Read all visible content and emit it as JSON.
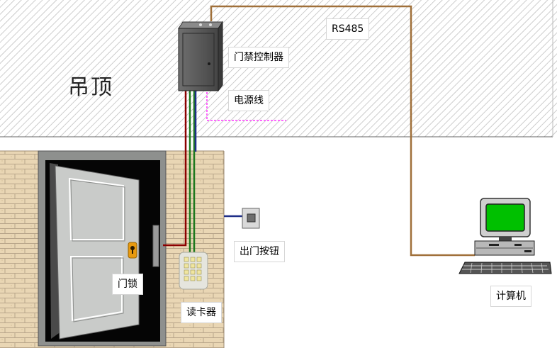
{
  "labels": {
    "ceiling": "吊顶",
    "rs485": "RS485",
    "controller": "门禁控制器",
    "power_line": "电源线",
    "exit_button": "出门按钮",
    "door_lock": "门锁",
    "card_reader": "读卡器",
    "computer": "计算机"
  },
  "colors": {
    "rs485_cable": "#a0703a",
    "power_cable": "#ff66ff",
    "red_wire": "#8b0000",
    "green_wire": "#1e7a1e",
    "blue_wire": "#1f2f88",
    "monitor_screen": "#00c000",
    "wall_brick": "#e8d3b0",
    "door": "#c9cbc9"
  }
}
